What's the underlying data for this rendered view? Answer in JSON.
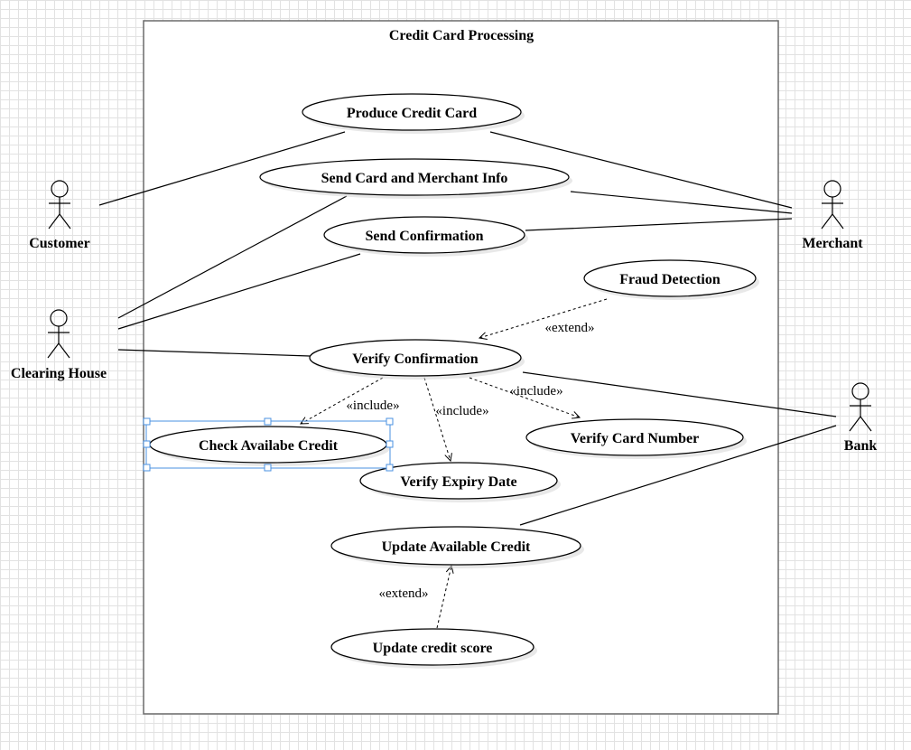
{
  "diagram": {
    "boundary_title": "Credit Card Processing",
    "actors": {
      "customer": "Customer",
      "merchant": "Merchant",
      "clearing_house": "Clearing House",
      "bank": "Bank"
    },
    "use_cases": {
      "produce_credit_card": "Produce Credit Card",
      "send_card_merchant_info": "Send Card and Merchant Info",
      "send_confirmation": "Send Confirmation",
      "fraud_detection": "Fraud Detection",
      "verify_confirmation": "Verify Confirmation",
      "check_available_credit": "Check Availabe Credit",
      "verify_card_number": "Verify Card Number",
      "verify_expiry_date": "Verify Expiry Date",
      "update_available_credit": "Update Available Credit",
      "update_credit_score": "Update credit score"
    },
    "relationships": {
      "extend_fraud": "«extend»",
      "include_check_credit": "«include»",
      "include_expiry": "«include»",
      "include_card_number": "«include»",
      "extend_credit_score": "«extend»"
    },
    "selected_use_case": "check_available_credit"
  },
  "colors": {
    "selection": "#4a90e2",
    "boundary_stroke": "#6b6b6b",
    "grid": "#e2e2e2"
  }
}
